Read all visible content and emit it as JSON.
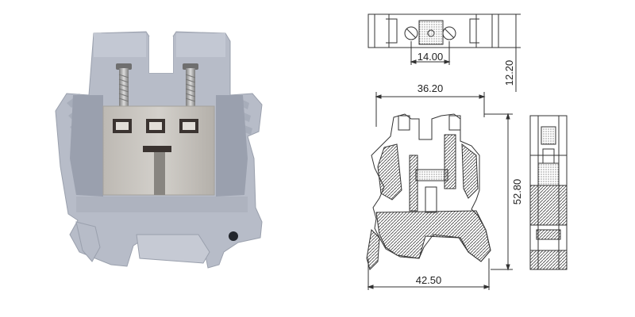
{
  "photo": {
    "subject": "terminal-block",
    "colors": {
      "housing": "#b8bdc9",
      "housing_dark": "#8e94a3",
      "clamp": "#c9c6c1",
      "screw": "#a9a9a9"
    }
  },
  "drawing": {
    "dimensions": {
      "screw_pitch": "14.00",
      "overall_width": "36.20",
      "bottom_width": "42.50",
      "overall_height": "52.80",
      "block_thickness": "12.20"
    },
    "colors": {
      "line": "#333333",
      "hatch": "#555555"
    }
  }
}
